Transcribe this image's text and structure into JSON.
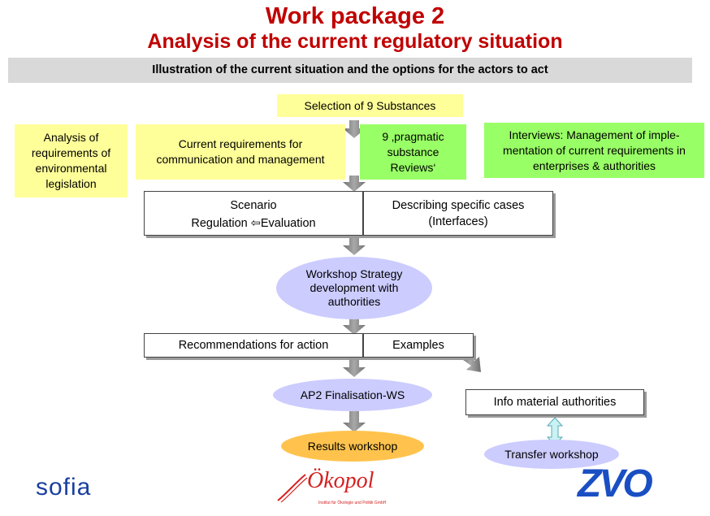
{
  "header": {
    "title": "Work package 2",
    "subtitle": "Analysis of the current regulatory situation",
    "bar_text": "Illustration of the current situation and the options for the actors to act"
  },
  "nodes": {
    "selection": "Selection of 9 Substances",
    "analysis": "Analysis of requirements of environmental legislation",
    "current_requirements": "Current requirements for communication and management",
    "pragmatic_reviews": "9 ‚pragmatic substance Reviews‘",
    "interviews": "Interviews: Management of imple-mentation of current requirements in enterprises &  authorities",
    "scenario": "Scenario",
    "regulation_evaluation": "Regulation ⇦Evaluation",
    "specific_cases": "Describing specific cases (Interfaces)",
    "workshop": "Workshop Strategy development with authorities",
    "recommendations": "Recommendations for action",
    "examples": "Examples",
    "finalisation": "AP2 Finalisation-WS",
    "info_material": "Info material authorities",
    "results_workshop": "Results workshop",
    "transfer_workshop": "Transfer workshop"
  },
  "logos": {
    "sofia": "sofia",
    "okopol": "Ökopol",
    "okopol_sub": "Institut für Ökologie und Politik GmbH",
    "zvo": "ZVO"
  },
  "colors": {
    "title": "#c00000",
    "yellow_box": "#ffff99",
    "green_box": "#99ff66",
    "lavender_ellipse": "#ccccff",
    "orange_ellipse": "#ffc34d",
    "arrow": "#808080"
  }
}
